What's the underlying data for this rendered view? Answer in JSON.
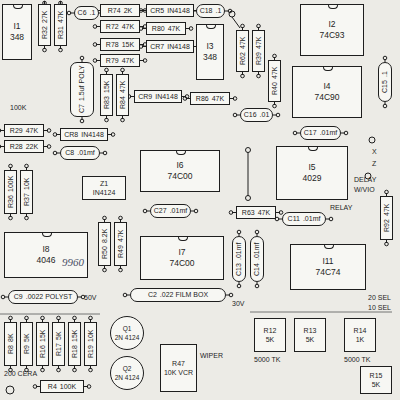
{
  "diagram": {
    "nodes": [
      {
        "text": [
          "I1",
          "348"
        ]
      },
      {
        "text": [
          "R32",
          "27K"
        ]
      },
      {
        "text": [
          "R31",
          "47K"
        ]
      },
      {
        "text": [
          "C6",
          ".1"
        ]
      },
      {
        "text": [
          "R74",
          "2K"
        ]
      },
      {
        "text": [
          "R72",
          "47K"
        ]
      },
      {
        "text": [
          "CR5",
          "IN4148"
        ]
      },
      {
        "text": [
          "C18",
          ".1"
        ]
      },
      {
        "text": [
          "I3",
          "348"
        ]
      },
      {
        "text": [
          "I2",
          "74C93"
        ]
      },
      {
        "text": [
          "C7",
          "1.5uf POLY"
        ]
      },
      {
        "text": [
          "R78",
          "15K"
        ]
      },
      {
        "text": [
          "R79",
          "47K"
        ]
      },
      {
        "text": [
          "R80",
          "47K"
        ]
      },
      {
        "text": [
          "CR7",
          "IN4148"
        ]
      },
      {
        "text": [
          "R62",
          "47K"
        ]
      },
      {
        "text": [
          "R39",
          "47K"
        ]
      },
      {
        "text": [
          "R40",
          "47K"
        ]
      },
      {
        "text": [
          "C15",
          ".1"
        ]
      },
      {
        "text": [
          "I4",
          "74C90"
        ]
      },
      {
        "text": [
          "R83",
          "15K"
        ]
      },
      {
        "text": [
          "R84",
          "47K"
        ]
      },
      {
        "text": [
          "CR9",
          "IN4148"
        ]
      },
      {
        "text": [
          "R86",
          "47K"
        ]
      },
      {
        "text": [
          "C16",
          ".01"
        ]
      },
      {
        "text": [
          "C17",
          ".01mf"
        ]
      },
      {
        "text": [
          "R29",
          "47K"
        ]
      },
      {
        "text": [
          "R28",
          "22K"
        ]
      },
      {
        "text": [
          "CR8",
          "IN4148"
        ]
      },
      {
        "text": [
          "C8",
          ".01mf"
        ]
      },
      {
        "text": [
          "I6",
          "74C00"
        ]
      },
      {
        "text": [
          "I5",
          "4029"
        ]
      },
      {
        "text": [
          "Z1",
          "IN4124"
        ]
      },
      {
        "text": [
          "R36",
          "100K"
        ]
      },
      {
        "text": [
          "R37",
          "10K"
        ]
      },
      {
        "text": [
          "C27",
          ".01mf"
        ]
      },
      {
        "text": [
          "R63",
          "47K"
        ]
      },
      {
        "text": [
          "C11",
          ".01mf"
        ]
      },
      {
        "text": [
          "R92",
          "47K"
        ]
      },
      {
        "text": [
          "I8",
          "4046"
        ]
      },
      {
        "text": [
          "R50",
          "8.2K"
        ]
      },
      {
        "text": [
          "R49",
          "47K"
        ]
      },
      {
        "text": [
          "I7",
          "74C00"
        ]
      },
      {
        "text": [
          "C13",
          ".01mf"
        ]
      },
      {
        "text": [
          "C14",
          ".01mf"
        ]
      },
      {
        "text": [
          "I11",
          "74C74"
        ]
      },
      {
        "text": [
          "C2",
          ".022 FILM BOX"
        ]
      },
      {
        "text": [
          "C9",
          ".0022 POLYST"
        ]
      },
      {
        "text": [
          "R8",
          "8K"
        ]
      },
      {
        "text": [
          "R9",
          "5K"
        ]
      },
      {
        "text": [
          "R16",
          "15K"
        ]
      },
      {
        "text": [
          "R17",
          "5K"
        ]
      },
      {
        "text": [
          "R18",
          "15K"
        ]
      },
      {
        "text": [
          "R19",
          "10K"
        ]
      },
      {
        "text": [
          "Q1",
          "2N 4124"
        ]
      },
      {
        "text": [
          "Q2",
          "2N 4124"
        ]
      },
      {
        "text": [
          "R47",
          "10K VCR"
        ]
      },
      {
        "text": [
          "R12",
          "5K"
        ]
      },
      {
        "text": [
          "R13",
          "5K"
        ]
      },
      {
        "text": [
          "R14",
          "1K"
        ]
      },
      {
        "text": [
          "R15",
          "5K"
        ]
      },
      {
        "text": [
          "R4",
          "100K"
        ]
      }
    ],
    "labels": [
      "9960",
      "X",
      "Z",
      "DELAY",
      "W/VIO",
      "RELAY",
      "50V",
      "200 CERA",
      "5000 TK",
      "5000 TK",
      "20 SEL",
      "10 SEL",
      "30V",
      "WIPER",
      "100K"
    ]
  }
}
